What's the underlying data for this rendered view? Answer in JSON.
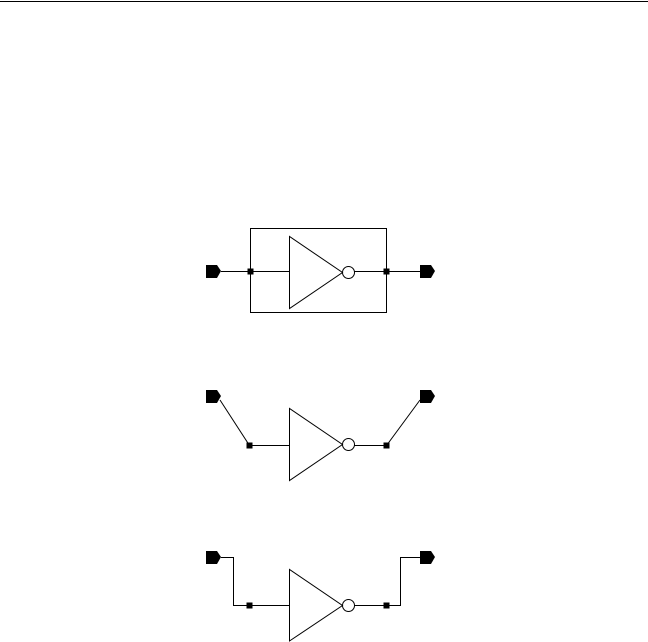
{
  "page": {
    "background": "#ffffff",
    "stroke_color": "#000000",
    "has_top_rule": true
  },
  "diagrams": [
    {
      "name": "inverter-with-bounding-box",
      "routing": "boxed",
      "input_port_icon": "pentagon-port-icon",
      "output_port_icon": "pentagon-port-icon",
      "gate_icon": "not-gate-icon"
    },
    {
      "name": "inverter-diagonal-wires",
      "routing": "diagonal",
      "input_port_icon": "pentagon-port-icon",
      "output_port_icon": "pentagon-port-icon",
      "gate_icon": "not-gate-icon"
    },
    {
      "name": "inverter-orthogonal-wires",
      "routing": "orthogonal",
      "input_port_icon": "pentagon-port-icon",
      "output_port_icon": "pentagon-port-icon",
      "gate_icon": "not-gate-icon"
    }
  ]
}
